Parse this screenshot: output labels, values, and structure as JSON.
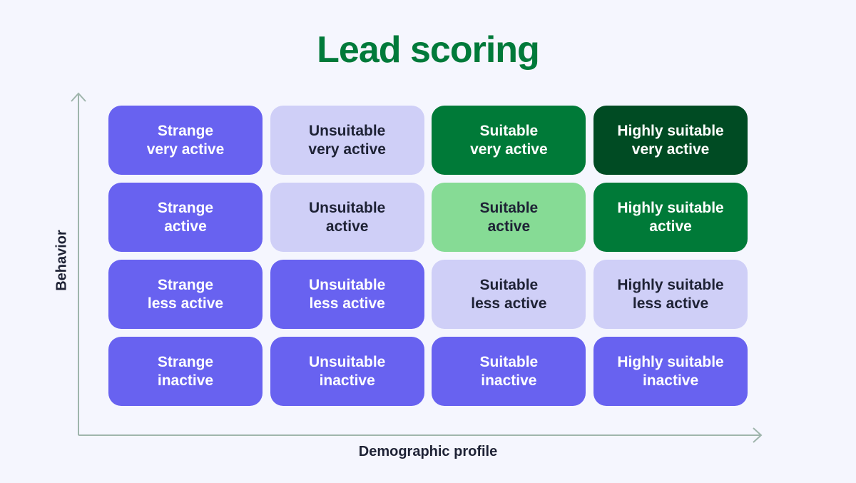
{
  "title": "Lead scoring",
  "y_axis_label": "Behavior",
  "x_axis_label": "Demographic profile",
  "colors": {
    "purple": "#6862F0",
    "light": "#CFCFF7",
    "green": "#007A38",
    "dark": "#004B23",
    "lgreen": "#86DB95"
  },
  "cells": [
    {
      "line1": "Strange",
      "line2": "very active",
      "style": "purple"
    },
    {
      "line1": "Unsuitable",
      "line2": "very active",
      "style": "light"
    },
    {
      "line1": "Suitable",
      "line2": "very active",
      "style": "green"
    },
    {
      "line1": "Highly suitable",
      "line2": "very active",
      "style": "dark"
    },
    {
      "line1": "Strange",
      "line2": "active",
      "style": "purple"
    },
    {
      "line1": "Unsuitable",
      "line2": "active",
      "style": "light"
    },
    {
      "line1": "Suitable",
      "line2": "active",
      "style": "lgreen"
    },
    {
      "line1": "Highly suitable",
      "line2": "active",
      "style": "green"
    },
    {
      "line1": "Strange",
      "line2": "less active",
      "style": "purple"
    },
    {
      "line1": "Unsuitable",
      "line2": "less active",
      "style": "purple"
    },
    {
      "line1": "Suitable",
      "line2": "less active",
      "style": "light"
    },
    {
      "line1": "Highly suitable",
      "line2": "less active",
      "style": "light"
    },
    {
      "line1": "Strange",
      "line2": "inactive",
      "style": "purple"
    },
    {
      "line1": "Unsuitable",
      "line2": "inactive",
      "style": "purple"
    },
    {
      "line1": "Suitable",
      "line2": "inactive",
      "style": "purple"
    },
    {
      "line1": "Highly suitable",
      "line2": "inactive",
      "style": "purple"
    }
  ]
}
